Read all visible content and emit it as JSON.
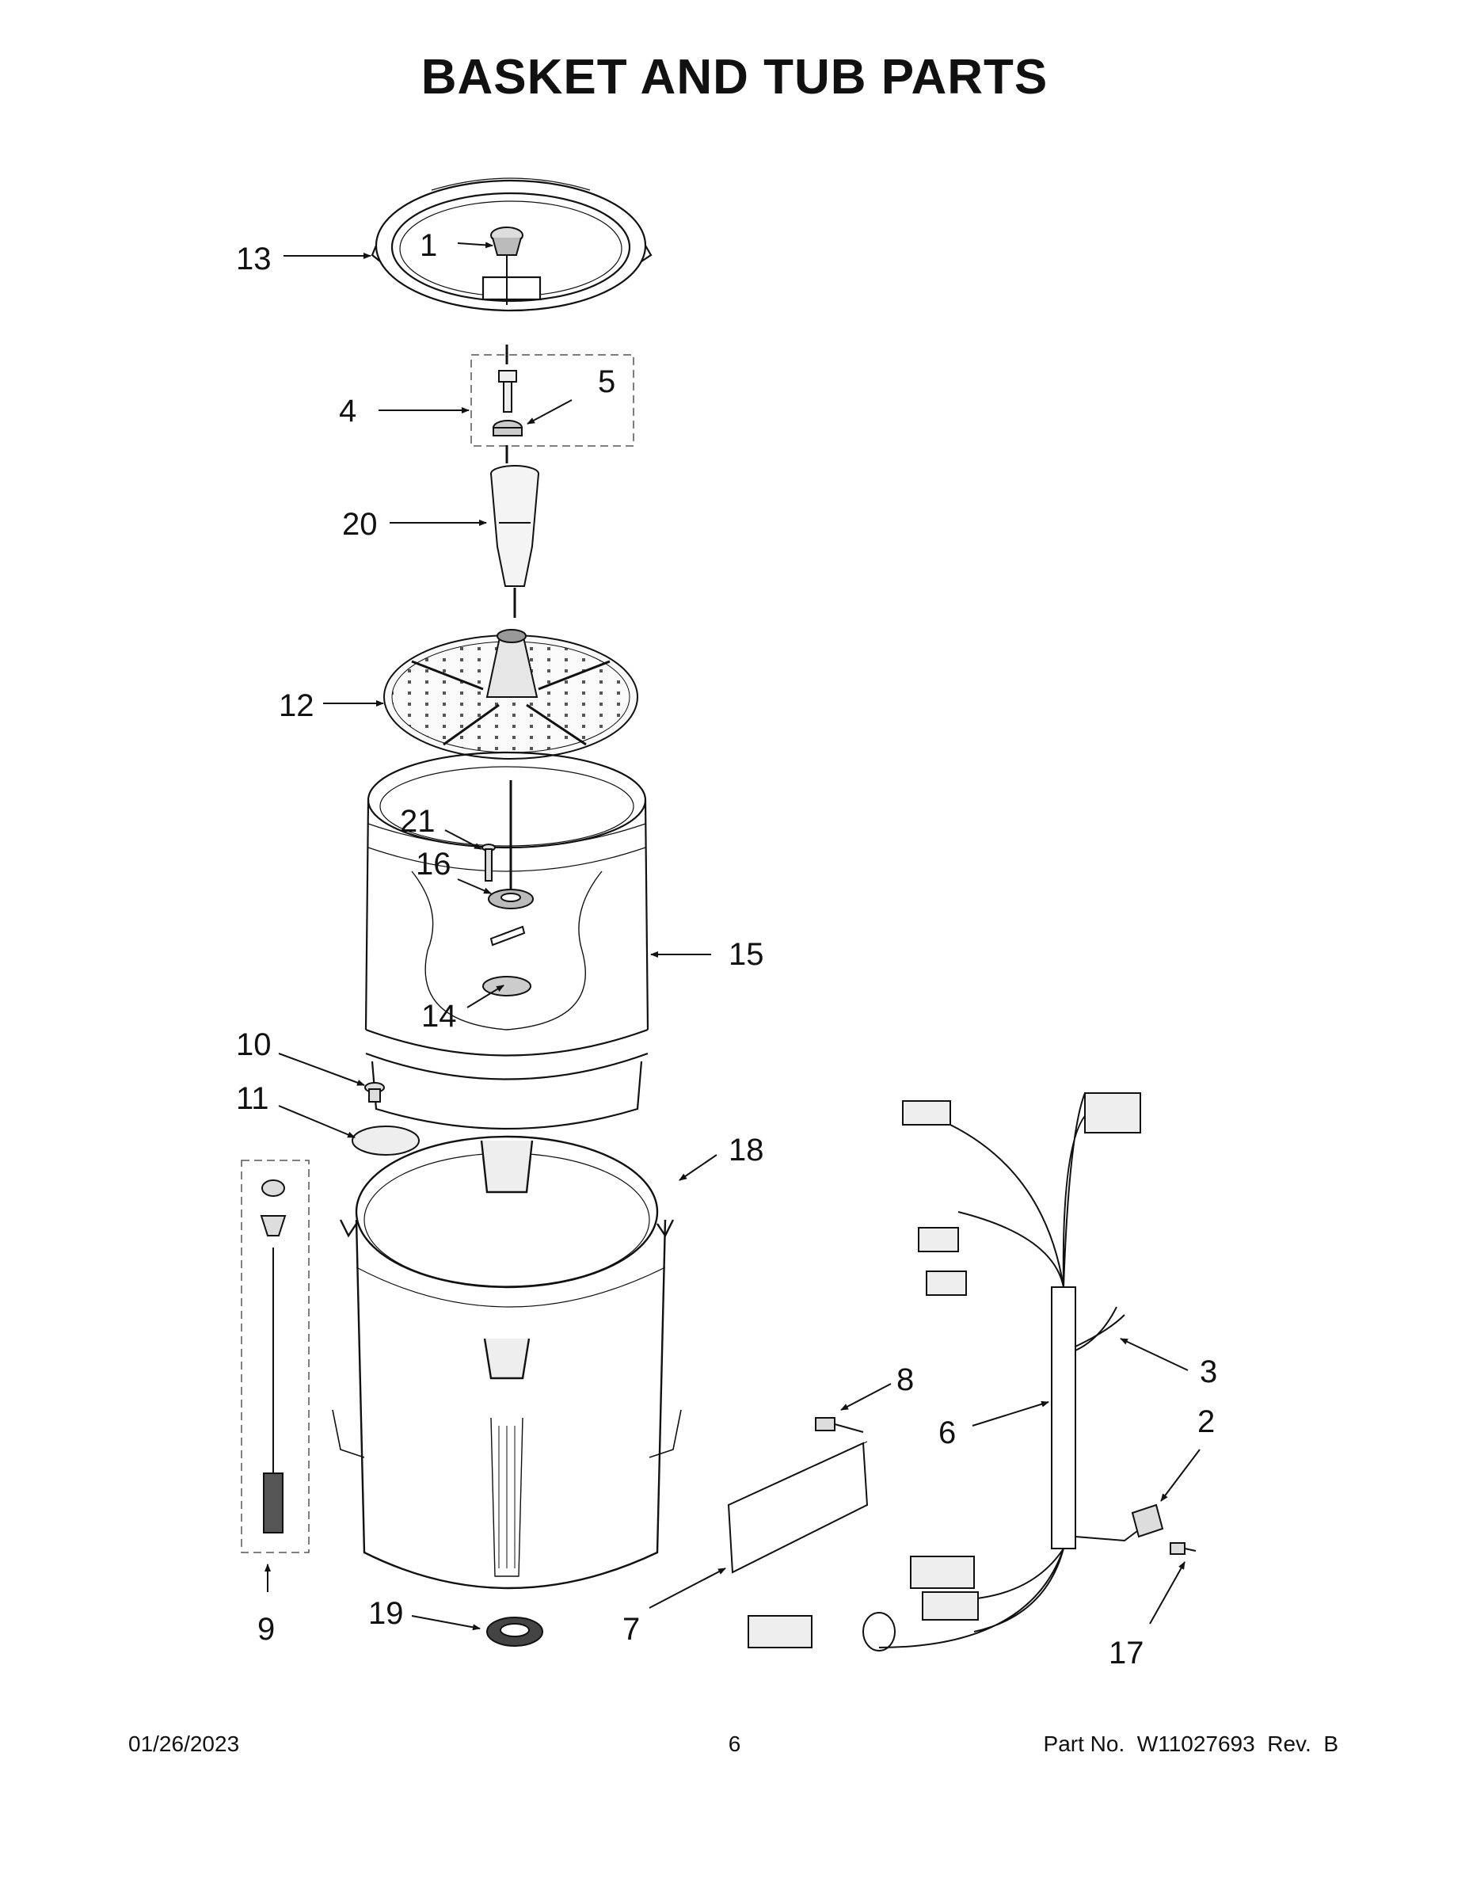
{
  "title": "BASKET AND TUB PARTS",
  "callouts": [
    {
      "id": "1",
      "label": "1"
    },
    {
      "id": "2",
      "label": "2"
    },
    {
      "id": "3",
      "label": "3"
    },
    {
      "id": "4",
      "label": "4"
    },
    {
      "id": "5",
      "label": "5"
    },
    {
      "id": "6",
      "label": "6"
    },
    {
      "id": "7",
      "label": "7"
    },
    {
      "id": "8",
      "label": "8"
    },
    {
      "id": "9",
      "label": "9"
    },
    {
      "id": "10",
      "label": "10"
    },
    {
      "id": "11",
      "label": "11"
    },
    {
      "id": "12",
      "label": "12"
    },
    {
      "id": "13",
      "label": "13"
    },
    {
      "id": "14",
      "label": "14"
    },
    {
      "id": "15",
      "label": "15"
    },
    {
      "id": "16",
      "label": "16"
    },
    {
      "id": "17",
      "label": "17"
    },
    {
      "id": "18",
      "label": "18"
    },
    {
      "id": "19",
      "label": "19"
    },
    {
      "id": "20",
      "label": "20"
    },
    {
      "id": "21",
      "label": "21"
    }
  ],
  "footer": {
    "date": "01/26/2023",
    "page": "6",
    "part_no": "Part No.  W11027693  Rev.  B"
  }
}
